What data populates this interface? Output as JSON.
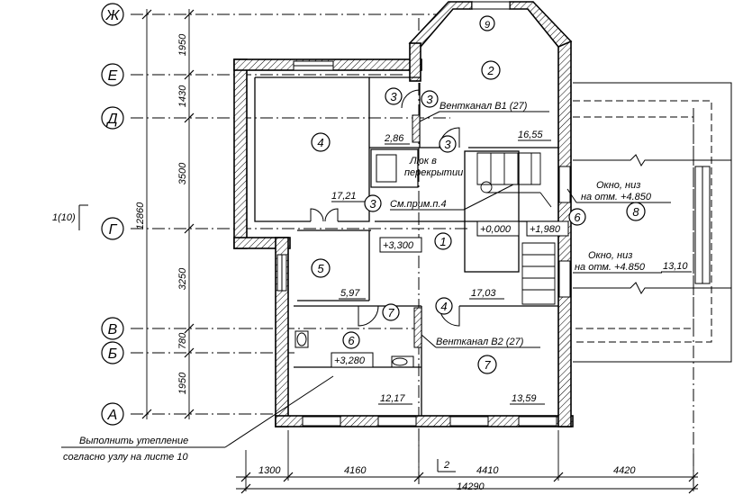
{
  "axes": {
    "zh": "Ж",
    "e": "Е",
    "d": "Д",
    "g": "Г",
    "v": "В",
    "b": "Б",
    "a": "А"
  },
  "left_dims": {
    "d1": "1950",
    "d2": "1430",
    "d3": "3500",
    "d4": "3250",
    "d5": "780",
    "d6": "1950",
    "total": "12860"
  },
  "section_ref": "1(10)",
  "bottom_dims": {
    "d1": "1300",
    "d2": "4160",
    "d3": "4410",
    "d4": "4420",
    "total": "14290",
    "mark": "2"
  },
  "rooms": {
    "r1": "1",
    "r2": "2",
    "r3a": "3",
    "r3b": "3",
    "r3c": "3",
    "r3d": "3",
    "r4a": "4",
    "r4b": "4",
    "r5": "5",
    "r6a": "6",
    "r6b": "6",
    "r7a": "7",
    "r7b": "7",
    "r8": "8",
    "r9": "9"
  },
  "areas": {
    "a1": "2,86",
    "a2": "16,55",
    "a3": "17,21",
    "a4": "5,97",
    "a5": "17,03",
    "a6": "12,17",
    "a7": "13,59",
    "a8": "13,10"
  },
  "levels": {
    "l1": "+3,300",
    "l2": "+0,000",
    "l3": "+1,980",
    "l4": "+3,280"
  },
  "notes": {
    "vent1": "Вентканал В1 (27)",
    "hatch_line1": "Люк в",
    "hatch_line2": "перекрытии",
    "see_note": "См.прим.п.4",
    "window_line1": "Окно, низ",
    "window_line2": "на отм. +4.850",
    "window2_line1": "Окно, низ",
    "window2_line2": "на отм. +4.850",
    "vent2": "Вентканал В2 (27)",
    "insul_line1": "Выполнить утепление",
    "insul_line2": "согласно узлу на листе 10"
  }
}
